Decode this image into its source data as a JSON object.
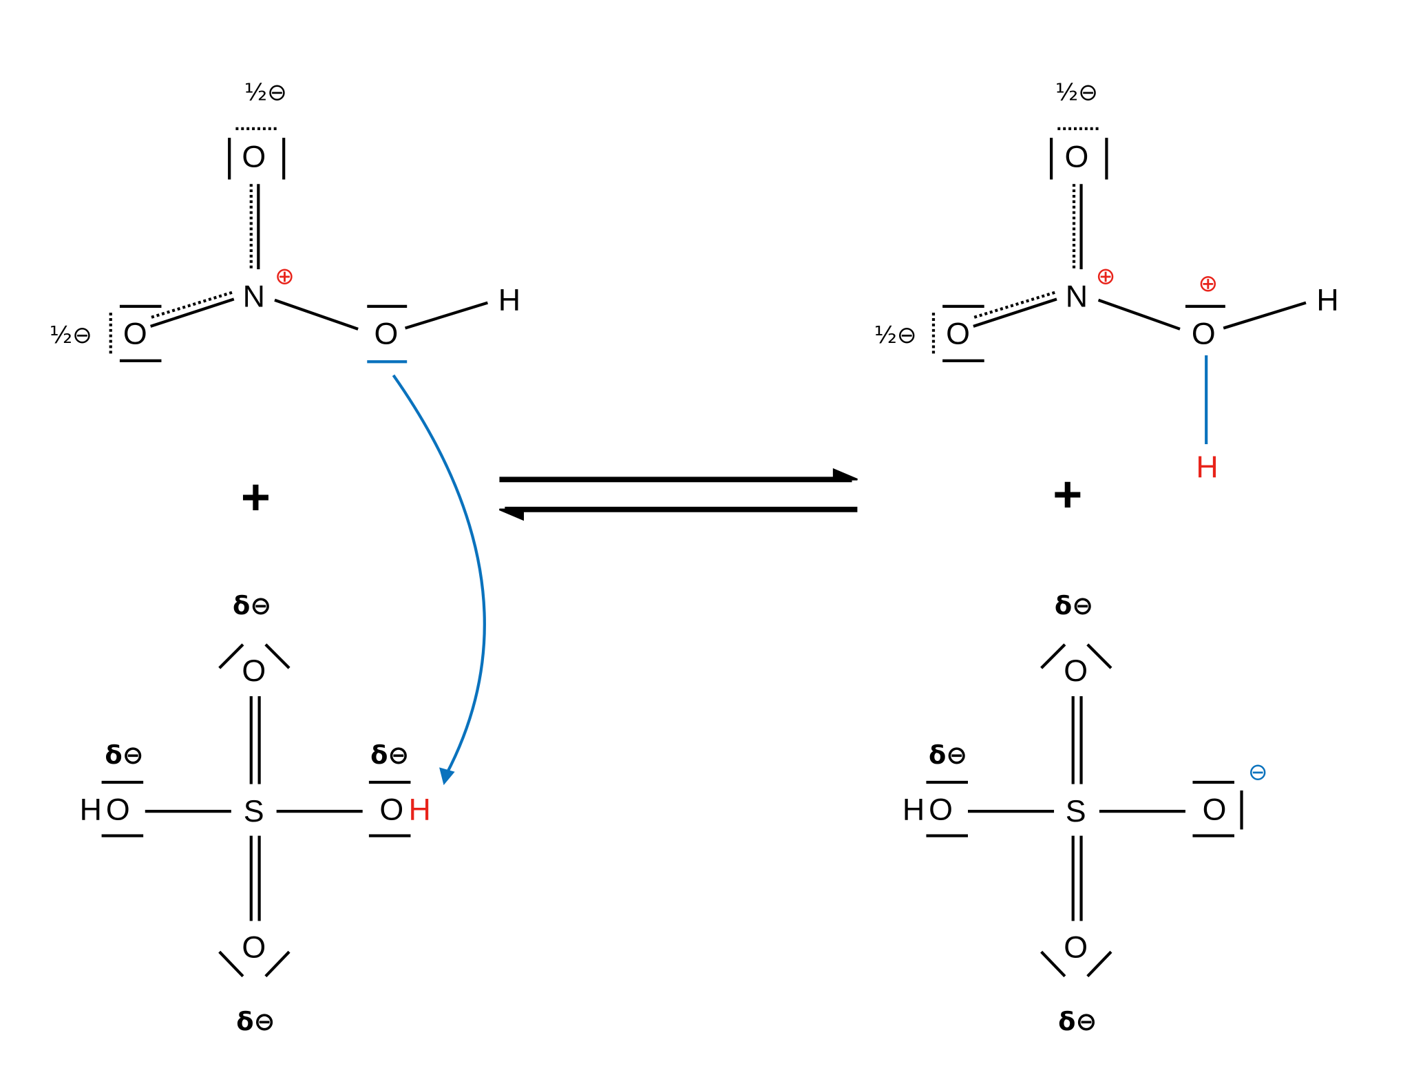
{
  "colors": {
    "text": "#000000",
    "positive_charge": "#e8231a",
    "electron_arrow": "#0a72bd"
  },
  "reactants": {
    "nitric_acid": {
      "top_charge": "½⊖",
      "left_charge": "½⊖",
      "o_top": "O",
      "n": "N",
      "n_charge": "⊕",
      "o_left": "O",
      "o_right": "O",
      "h": "H"
    },
    "plus": "+",
    "sulfuric_acid": {
      "top_charge": "δ⊖",
      "o_top": "O",
      "s": "S",
      "o_bottom": "O",
      "bottom_charge": "δ⊖",
      "left_charge": "δ⊖",
      "left_h": "H",
      "left_o": "O",
      "right_charge": "δ⊖",
      "right_o": "O",
      "right_h": "H"
    }
  },
  "products": {
    "protonated_nitric_acid": {
      "top_charge": "½⊖",
      "left_charge": "½⊖",
      "o_top": "O",
      "n": "N",
      "n_charge": "⊕",
      "o_left": "O",
      "o_right": "O",
      "o_right_charge": "⊕",
      "h": "H",
      "new_h": "H"
    },
    "plus": "+",
    "hydrogen_sulfate": {
      "top_charge": "δ⊖",
      "o_top": "O",
      "s": "S",
      "o_bottom": "O",
      "bottom_charge": "δ⊖",
      "left_charge": "δ⊖",
      "left_h": "H",
      "left_o": "O",
      "right_o": "O",
      "right_charge": "⊖"
    }
  },
  "equilibrium_arrow": "equilibrium"
}
